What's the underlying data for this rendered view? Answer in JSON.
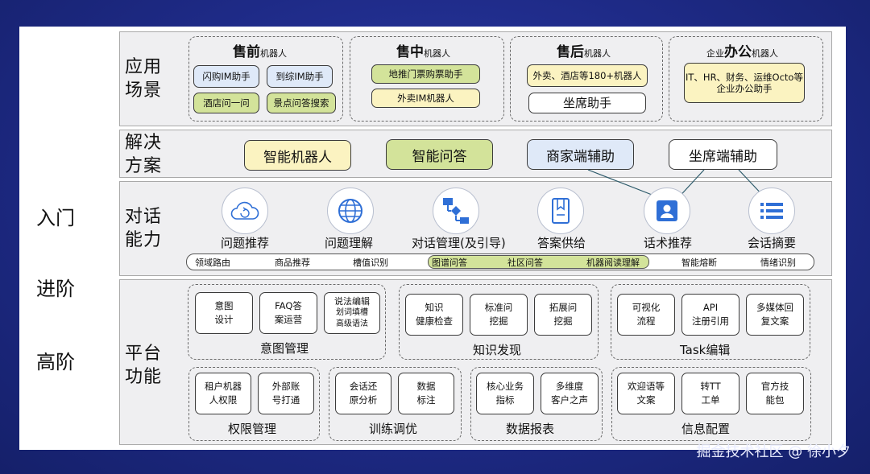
{
  "levels": {
    "entry": "入门",
    "advanced": "进阶",
    "expert": "高阶"
  },
  "rows": {
    "scenes": [
      "应用",
      "场景"
    ],
    "solutions": [
      "解决",
      "方案"
    ],
    "dialogue": [
      "对话",
      "能力"
    ],
    "platform": [
      "平台",
      "功能"
    ]
  },
  "scenes": {
    "presale": {
      "title_big": "售前",
      "title_small": "机器人",
      "items": [
        "闪购IM助手",
        "到综IM助手",
        "酒店问一问",
        "景点问答搜索"
      ]
    },
    "insale": {
      "title_big": "售中",
      "title_small": "机器人",
      "items": [
        "地推门票购票助手",
        "外卖IM机器人"
      ]
    },
    "aftersale": {
      "title_big": "售后",
      "title_small": "机器人",
      "items": [
        "外卖、酒店等180+机器人",
        "坐席助手"
      ]
    },
    "office": {
      "title_pre": "企业",
      "title_big": "办公",
      "title_small": "机器人",
      "items": [
        "IT、HR、财务、运维Octo等",
        "企业办公助手"
      ]
    }
  },
  "solutions": [
    "智能机器人",
    "智能问答",
    "商家端辅助",
    "坐席端辅助"
  ],
  "capabilities": [
    "问题推荐",
    "问题理解",
    "对话管理(及引导)",
    "答案供给",
    "话术推荐",
    "会话摘要"
  ],
  "sub_capabilities": {
    "left": [
      "领域路由",
      "商品推荐",
      "槽值识别"
    ],
    "highlight": [
      "图谱问答",
      "社区问答",
      "机器阅读理解"
    ],
    "right": [
      "智能熔断",
      "情绪识别"
    ]
  },
  "platform": {
    "intent": {
      "title": "意图管理",
      "items": [
        [
          "意图",
          "设计"
        ],
        [
          "FAQ答",
          "案运营"
        ],
        [
          "说法编辑",
          "划词填槽",
          "高级语法"
        ]
      ]
    },
    "knowledge": {
      "title": "知识发现",
      "items": [
        [
          "知识",
          "健康检查"
        ],
        [
          "标准问",
          "挖掘"
        ],
        [
          "拓展问",
          "挖掘"
        ]
      ]
    },
    "task": {
      "title": "Task编辑",
      "items": [
        [
          "可视化",
          "流程"
        ],
        [
          "API",
          "注册引用"
        ],
        [
          "多媒体回",
          "复文案"
        ]
      ]
    },
    "permission": {
      "title": "权限管理",
      "items": [
        [
          "租户机器",
          "人权限"
        ],
        [
          "外部账",
          "号打通"
        ]
      ]
    },
    "training": {
      "title": "训练调优",
      "items": [
        [
          "会话还",
          "原分析"
        ],
        [
          "数据",
          "标注"
        ]
      ]
    },
    "report": {
      "title": "数据报表",
      "items": [
        [
          "核心业务",
          "指标"
        ],
        [
          "多维度",
          "客户之声"
        ]
      ]
    },
    "info": {
      "title": "信息配置",
      "items": [
        [
          "欢迎语等",
          "文案"
        ],
        [
          "转TT",
          "工单"
        ],
        [
          "官方技",
          "能包"
        ]
      ]
    }
  },
  "watermark": "掘金技术社区 @ 徐小夕",
  "colors": {
    "background": "#1e2a86",
    "blue": "#dfe9f8",
    "green": "#d3e39a",
    "yellow": "#fbf3c1",
    "icon": "#2f6fd6"
  },
  "icons": [
    "cloud-refresh-icon",
    "globe-icon",
    "flowchart-icon",
    "bookmark-document-icon",
    "contact-card-icon",
    "list-icon"
  ]
}
